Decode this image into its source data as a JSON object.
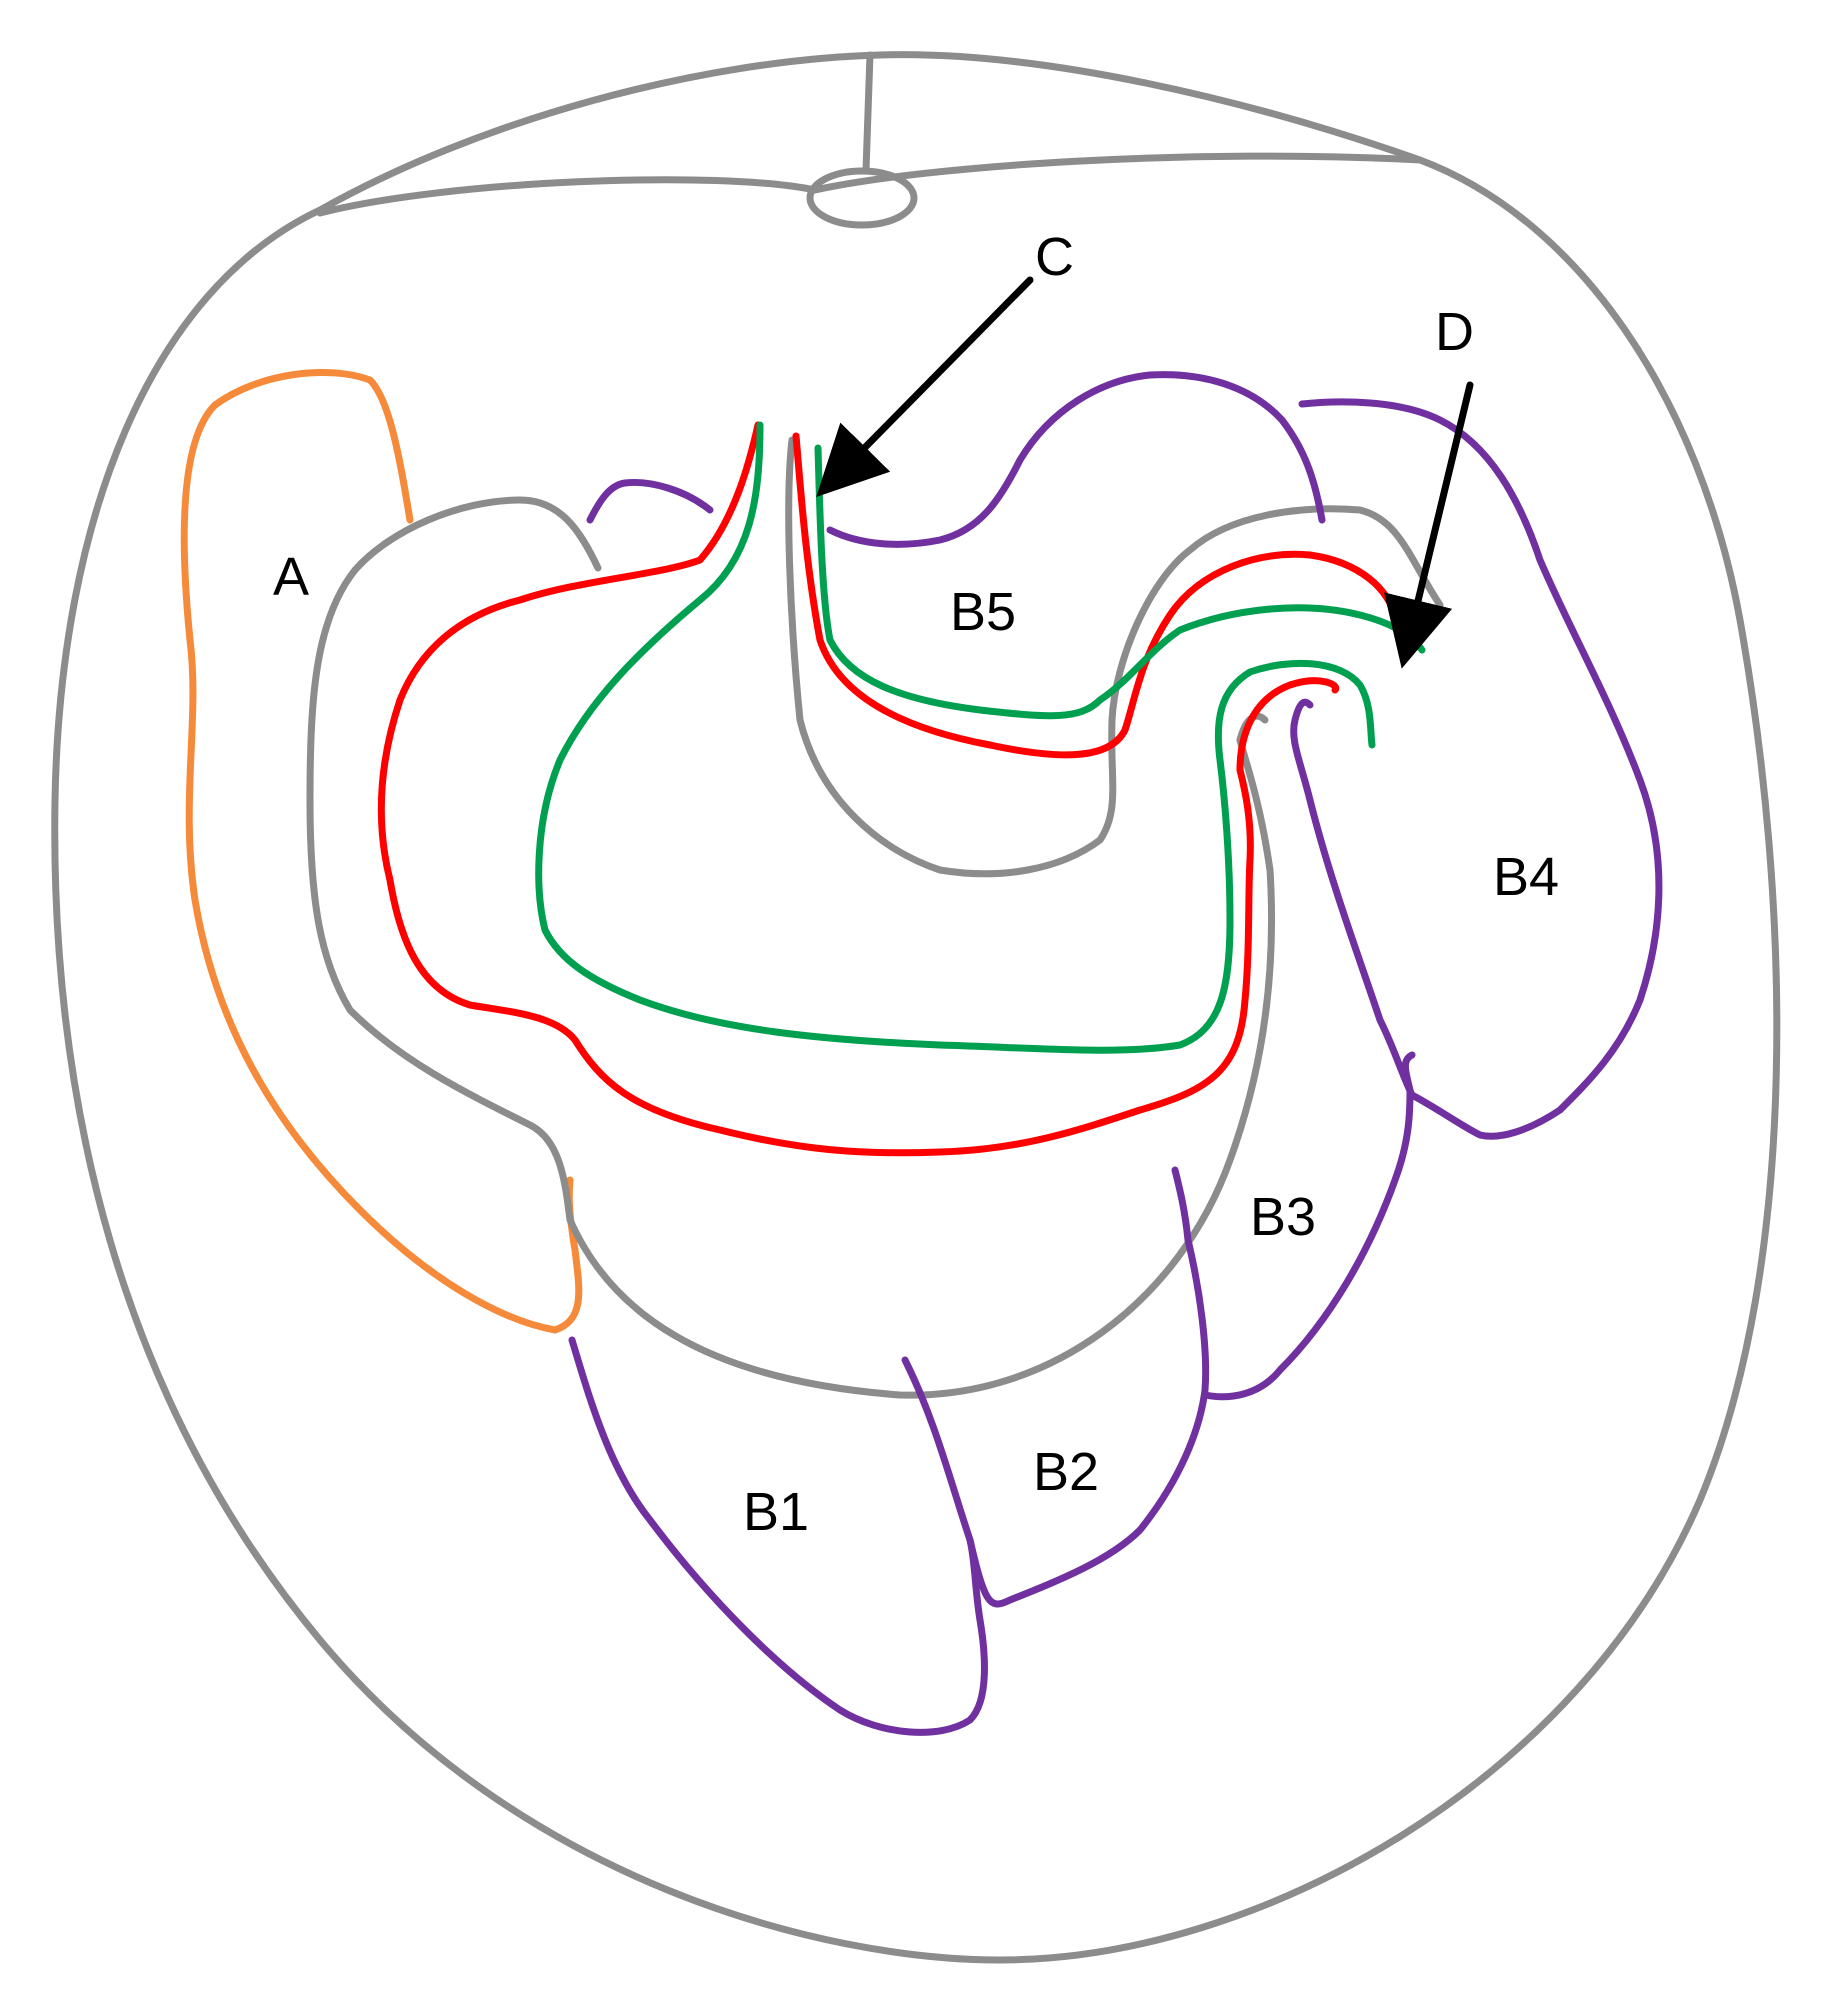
{
  "labels": {
    "A": "A",
    "B1": "B1",
    "B2": "B2",
    "B3": "B3",
    "B4": "B4",
    "B5": "B5",
    "C": "C",
    "D": "D"
  },
  "colors": {
    "gray": "#8c8c8c",
    "orange": "#f58a3a",
    "purple": "#7030a0",
    "red": "#ff0000",
    "green": "#00a050",
    "black": "#000000"
  }
}
